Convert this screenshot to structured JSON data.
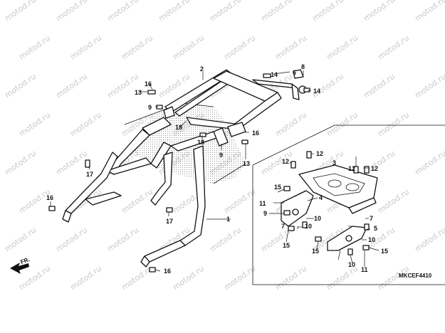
{
  "watermark": "motod.ru",
  "diagram_code": "MKCEF4410",
  "direction_label": "FR.",
  "callouts": [
    "1",
    "2",
    "3",
    "4",
    "5",
    "6",
    "7",
    "8",
    "9",
    "10",
    "11",
    "12",
    "13",
    "14",
    "15",
    "16",
    "17",
    "18"
  ],
  "colors": {
    "line": "#111111",
    "watermark": "#c9c9c9",
    "background": "#ffffff"
  }
}
